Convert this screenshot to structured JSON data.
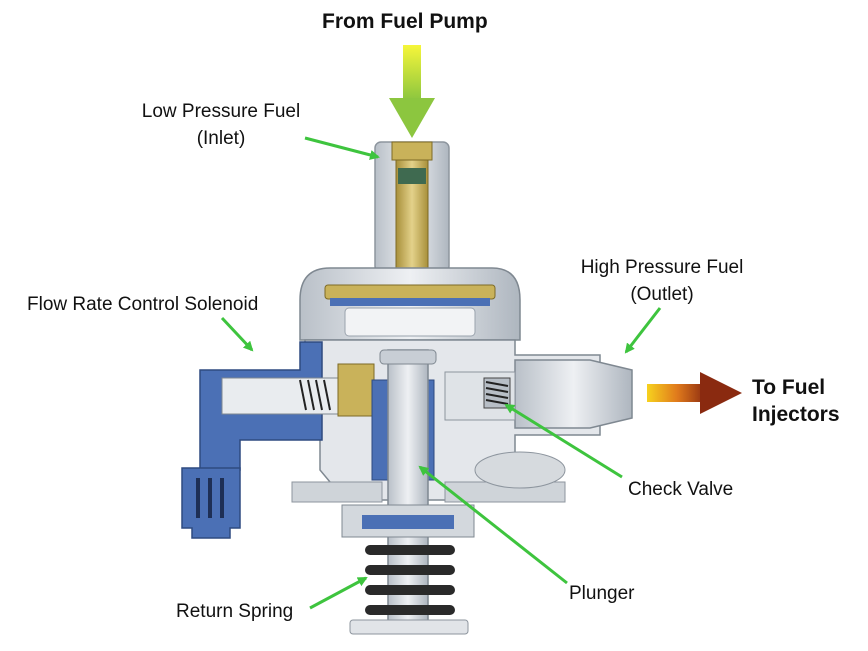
{
  "colors": {
    "callout_arrow": "#3ec43e",
    "inlet_arrow_top": "#f6f63a",
    "inlet_arrow_bottom": "#8cc63f",
    "outlet_arrow_start": "#f7d21e",
    "outlet_arrow_end": "#8a2a10",
    "metal": "#d9dde2",
    "metal_dark": "#9aa3ad",
    "blue_part": "#4b70b5",
    "brass": "#c9b25a",
    "spring": "#2a2a2a"
  },
  "labels": {
    "from_fuel_pump": "From Fuel Pump",
    "low_pressure_line1": "Low Pressure Fuel",
    "low_pressure_line2": "(Inlet)",
    "high_pressure_line1": "High Pressure Fuel",
    "high_pressure_line2": "(Outlet)",
    "flow_rate_solenoid": "Flow Rate Control Solenoid",
    "to_fuel_line1": "To Fuel",
    "to_fuel_line2": "Injectors",
    "check_valve": "Check Valve",
    "plunger": "Plunger",
    "return_spring": "Return Spring"
  }
}
